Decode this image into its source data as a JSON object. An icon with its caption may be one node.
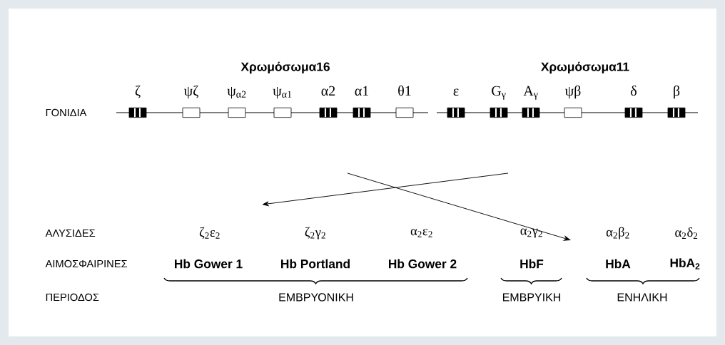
{
  "diagram": {
    "nodes": [
      {
        "text": [
          "Χρωμόσωμα16"
        ]
      },
      {
        "text": [],
        "shape": "bar",
        "beside": [
          "ζ"
        ]
      },
      {
        "text": [],
        "shape": "box",
        "beside": [
          "ψζ"
        ]
      },
      {
        "text": [],
        "shape": "box",
        "beside": [
          "ψ$_{α2}$"
        ]
      },
      {
        "text": [],
        "shape": "box",
        "beside": [
          "ψ$_{α1}$"
        ]
      },
      {
        "text": [],
        "shape": "bar",
        "beside": [
          "α2"
        ]
      },
      {
        "text": [],
        "shape": "bar",
        "beside": [
          "α1"
        ]
      },
      {
        "text": [],
        "shape": "box",
        "beside": [
          "θ1"
        ]
      },
      {
        "text": [
          "Χρωμόσωμα11"
        ]
      },
      {
        "text": [],
        "shape": "bar",
        "beside": [
          "ε"
        ]
      },
      {
        "text": [],
        "shape": "bar",
        "beside": [
          "G$_{γ}$"
        ]
      },
      {
        "text": [],
        "shape": "bar",
        "beside": [
          "A$_{γ}$"
        ]
      },
      {
        "text": [],
        "shape": "box",
        "beside": [
          "ψβ"
        ]
      },
      {
        "text": [],
        "shape": "bar",
        "beside": [
          "δ"
        ]
      },
      {
        "text": [],
        "shape": "bar",
        "beside": [
          "β"
        ]
      }
    ],
    "labels": [
      "ΓΟΝΙΔΙΑ",
      "ΑΛΥΣΙΔΕΣ",
      "ζ$_{2}$ε$_{2}$",
      "ζ$_{2}$γ$_{2}$",
      "α$_{2}$ε$_{2}$",
      "α$_{2}$γ$_{2}$",
      "α$_{2}$β$_{2}$",
      "α$_{2}$δ$_{2}$",
      "ΑΙΜΟΣΦΑΙΡΙΝΕΣ",
      "Hb Gower 1",
      "Hb Portland",
      "Hb Gower 2",
      "HbF",
      "HbA",
      "HbA$_{2}$",
      "ΠΕΡΙΟΔΟΣ",
      "ΕΜΒΡΥΟΝΙΚΗ",
      "ΕΜΒΡΥΙΚΗ",
      "ΕΝΗΛΙΚΗ"
    ]
  }
}
